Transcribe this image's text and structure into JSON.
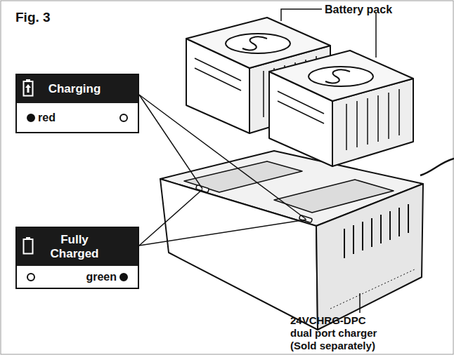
{
  "diagram": {
    "title": "Fig. 3",
    "nodes": [
      {
        "text": [
          "Charging",
          "red"
        ]
      },
      {
        "text": [
          "Fully Charged",
          "green"
        ]
      }
    ],
    "labels": [
      "Battery pack",
      "24VCHRG-DPC dual port charger (Sold separately)"
    ]
  }
}
